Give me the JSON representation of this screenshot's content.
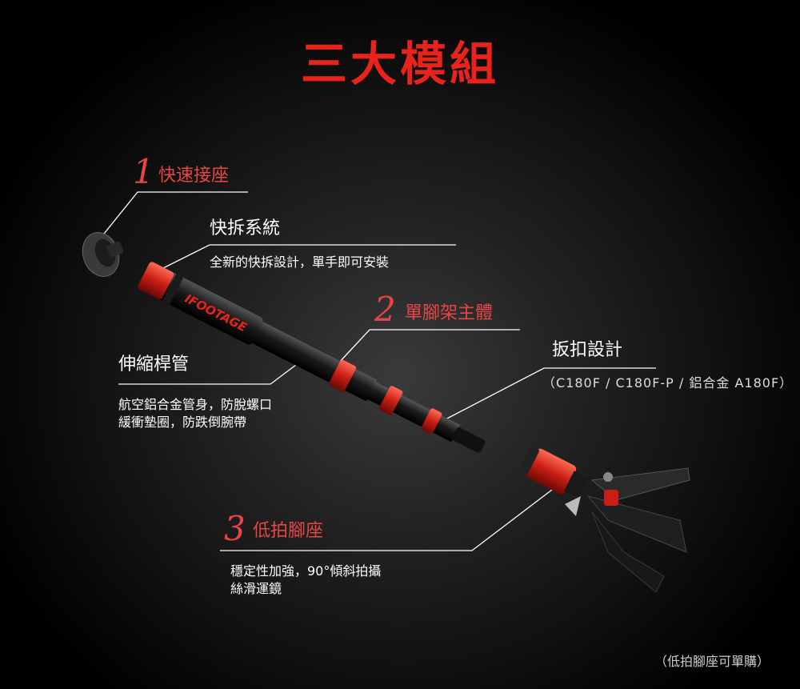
{
  "title": "三大模組",
  "modules": {
    "quick_mount": {
      "number": "1",
      "label": "快速接座"
    },
    "quick_release": {
      "label": "快拆系統",
      "desc": "全新的快拆設計，單手即可安裝"
    },
    "body": {
      "number": "2",
      "label": "單腳架主體"
    },
    "clamp": {
      "label": "扳扣設計",
      "spec": "（C180F / C180F-P / 鋁合金 A180F）"
    },
    "tube": {
      "label": "伸縮桿管",
      "desc_line1": "航空鋁合金管身，防脫螺口",
      "desc_line2": "緩衝墊圈，防跌倒腕帶"
    },
    "low_base": {
      "number": "3",
      "label": "低拍腳座",
      "desc_line1": "穩定性加強，90°傾斜拍攝",
      "desc_line2": "絲滑運鏡"
    }
  },
  "product_brand": "IFOOTAGE",
  "footnote": "（低拍腳座可單購）",
  "colors": {
    "accent": "#e8231c",
    "label_red": "#e84545",
    "line": "#ffffff",
    "background": "#000000"
  }
}
